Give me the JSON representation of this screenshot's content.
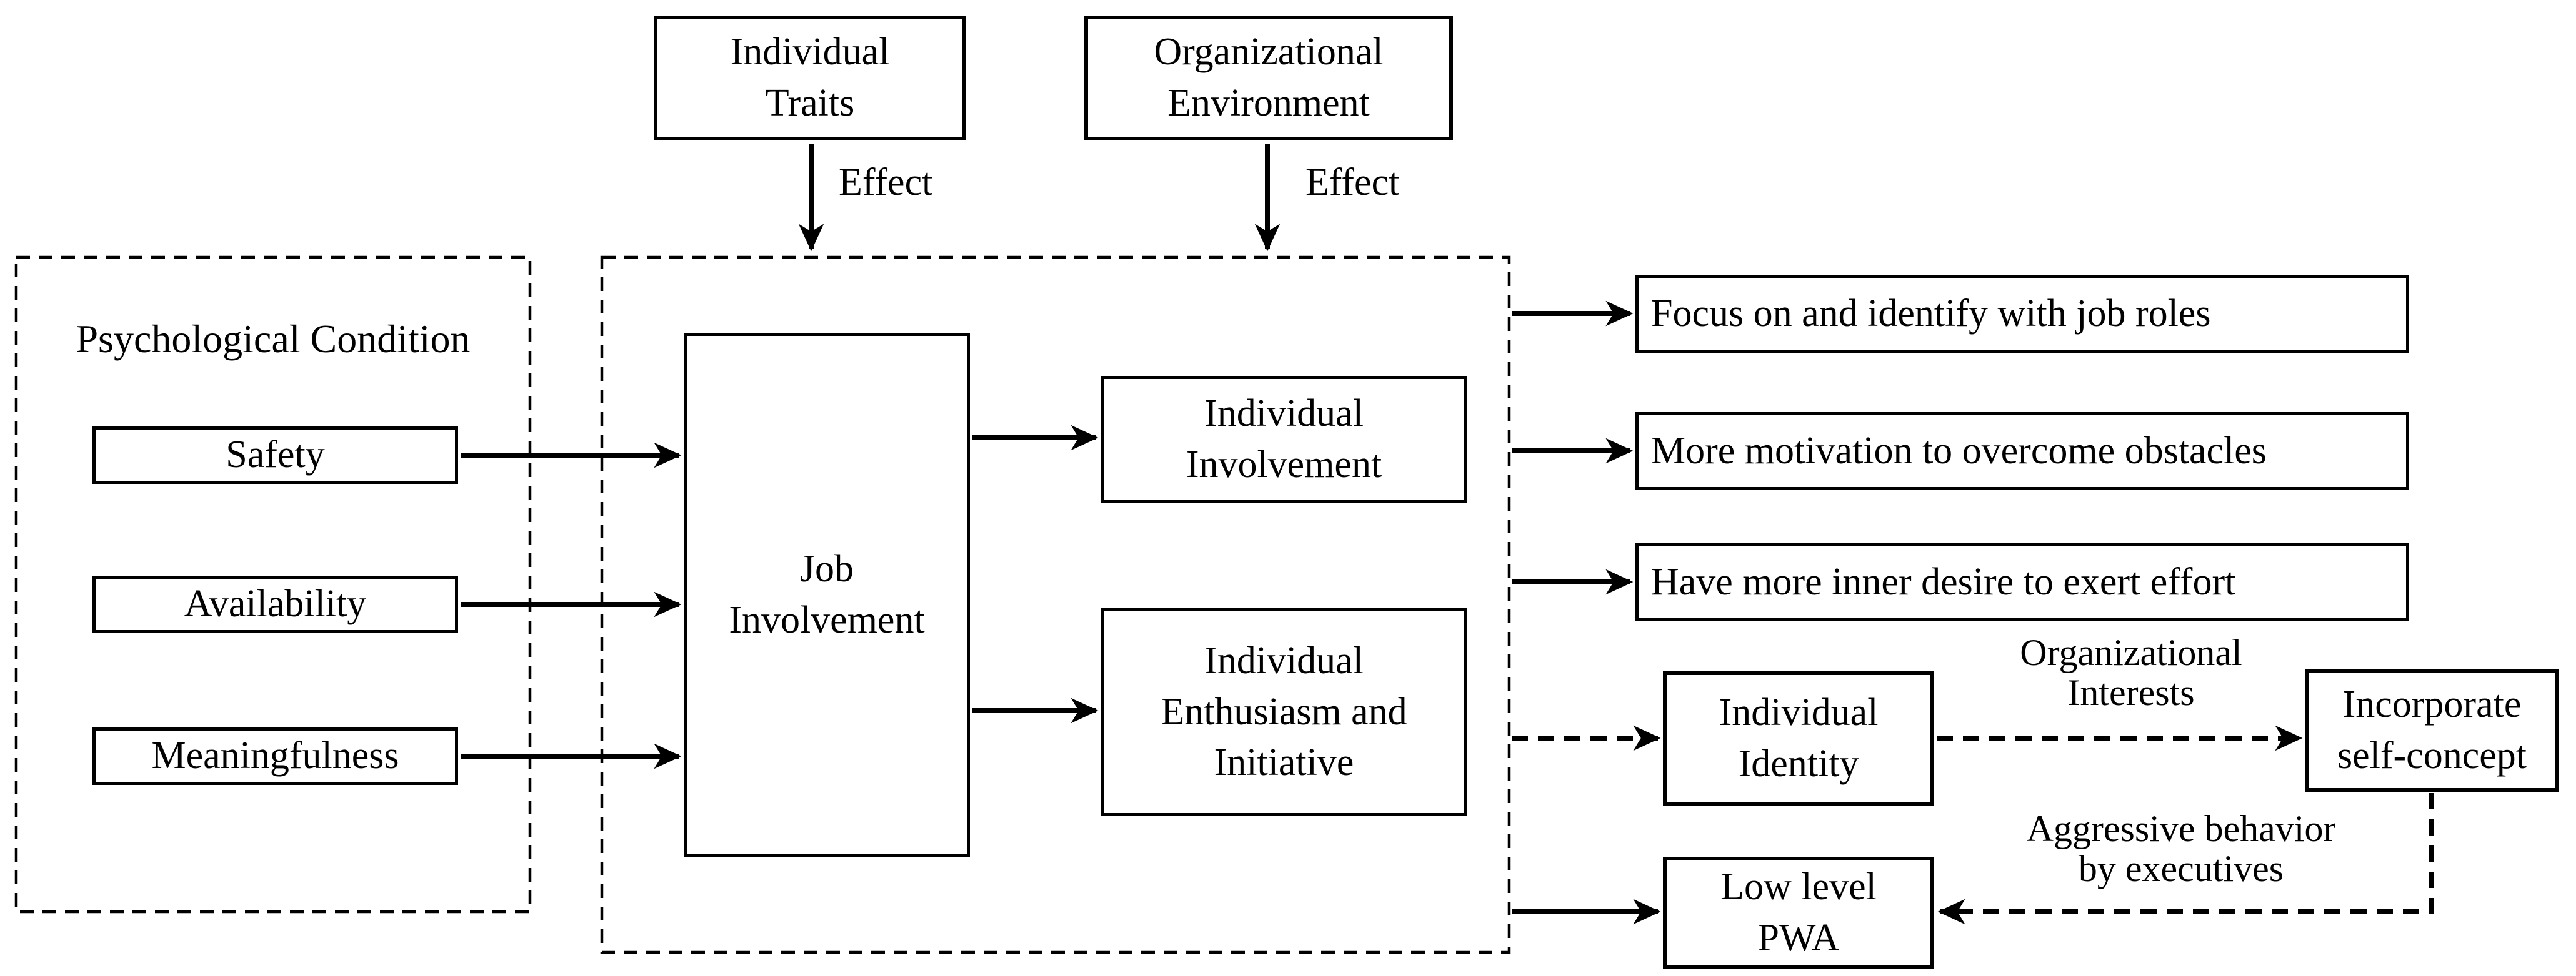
{
  "figure": {
    "background": "#ffffff",
    "stroke_color": "#000000",
    "top_factors": {
      "individual_traits": "Individual\nTraits",
      "individual_traits_effect": "Effect",
      "organizational_environment": "Organizational\nEnvironment",
      "organizational_environment_effect": "Effect"
    },
    "psychological_condition": {
      "title": "Psychological Condition",
      "items": [
        "Safety",
        "Availability",
        "Meaningfulness"
      ]
    },
    "involvement": {
      "job_involvement": "Job\nInvolvement",
      "individual_involvement": "Individual\nInvolvement",
      "individual_enthusiasm_and_initiative": "Individual\nEnthusiasm and\nInitiative"
    },
    "outcomes": [
      "Focus on and identify with job roles",
      "More motivation to overcome obstacles",
      "Have more inner desire to exert effort"
    ],
    "identity_chain": {
      "individual_identity": "Individual\nIdentity",
      "organizational_interests": "Organizational\nInterests",
      "incorporate_self_concept": "Incorporate\nself-concept",
      "aggressive_behavior_by_executives": "Aggressive behavior\nby executives",
      "low_level_pwa": "Low level\nPWA"
    }
  }
}
